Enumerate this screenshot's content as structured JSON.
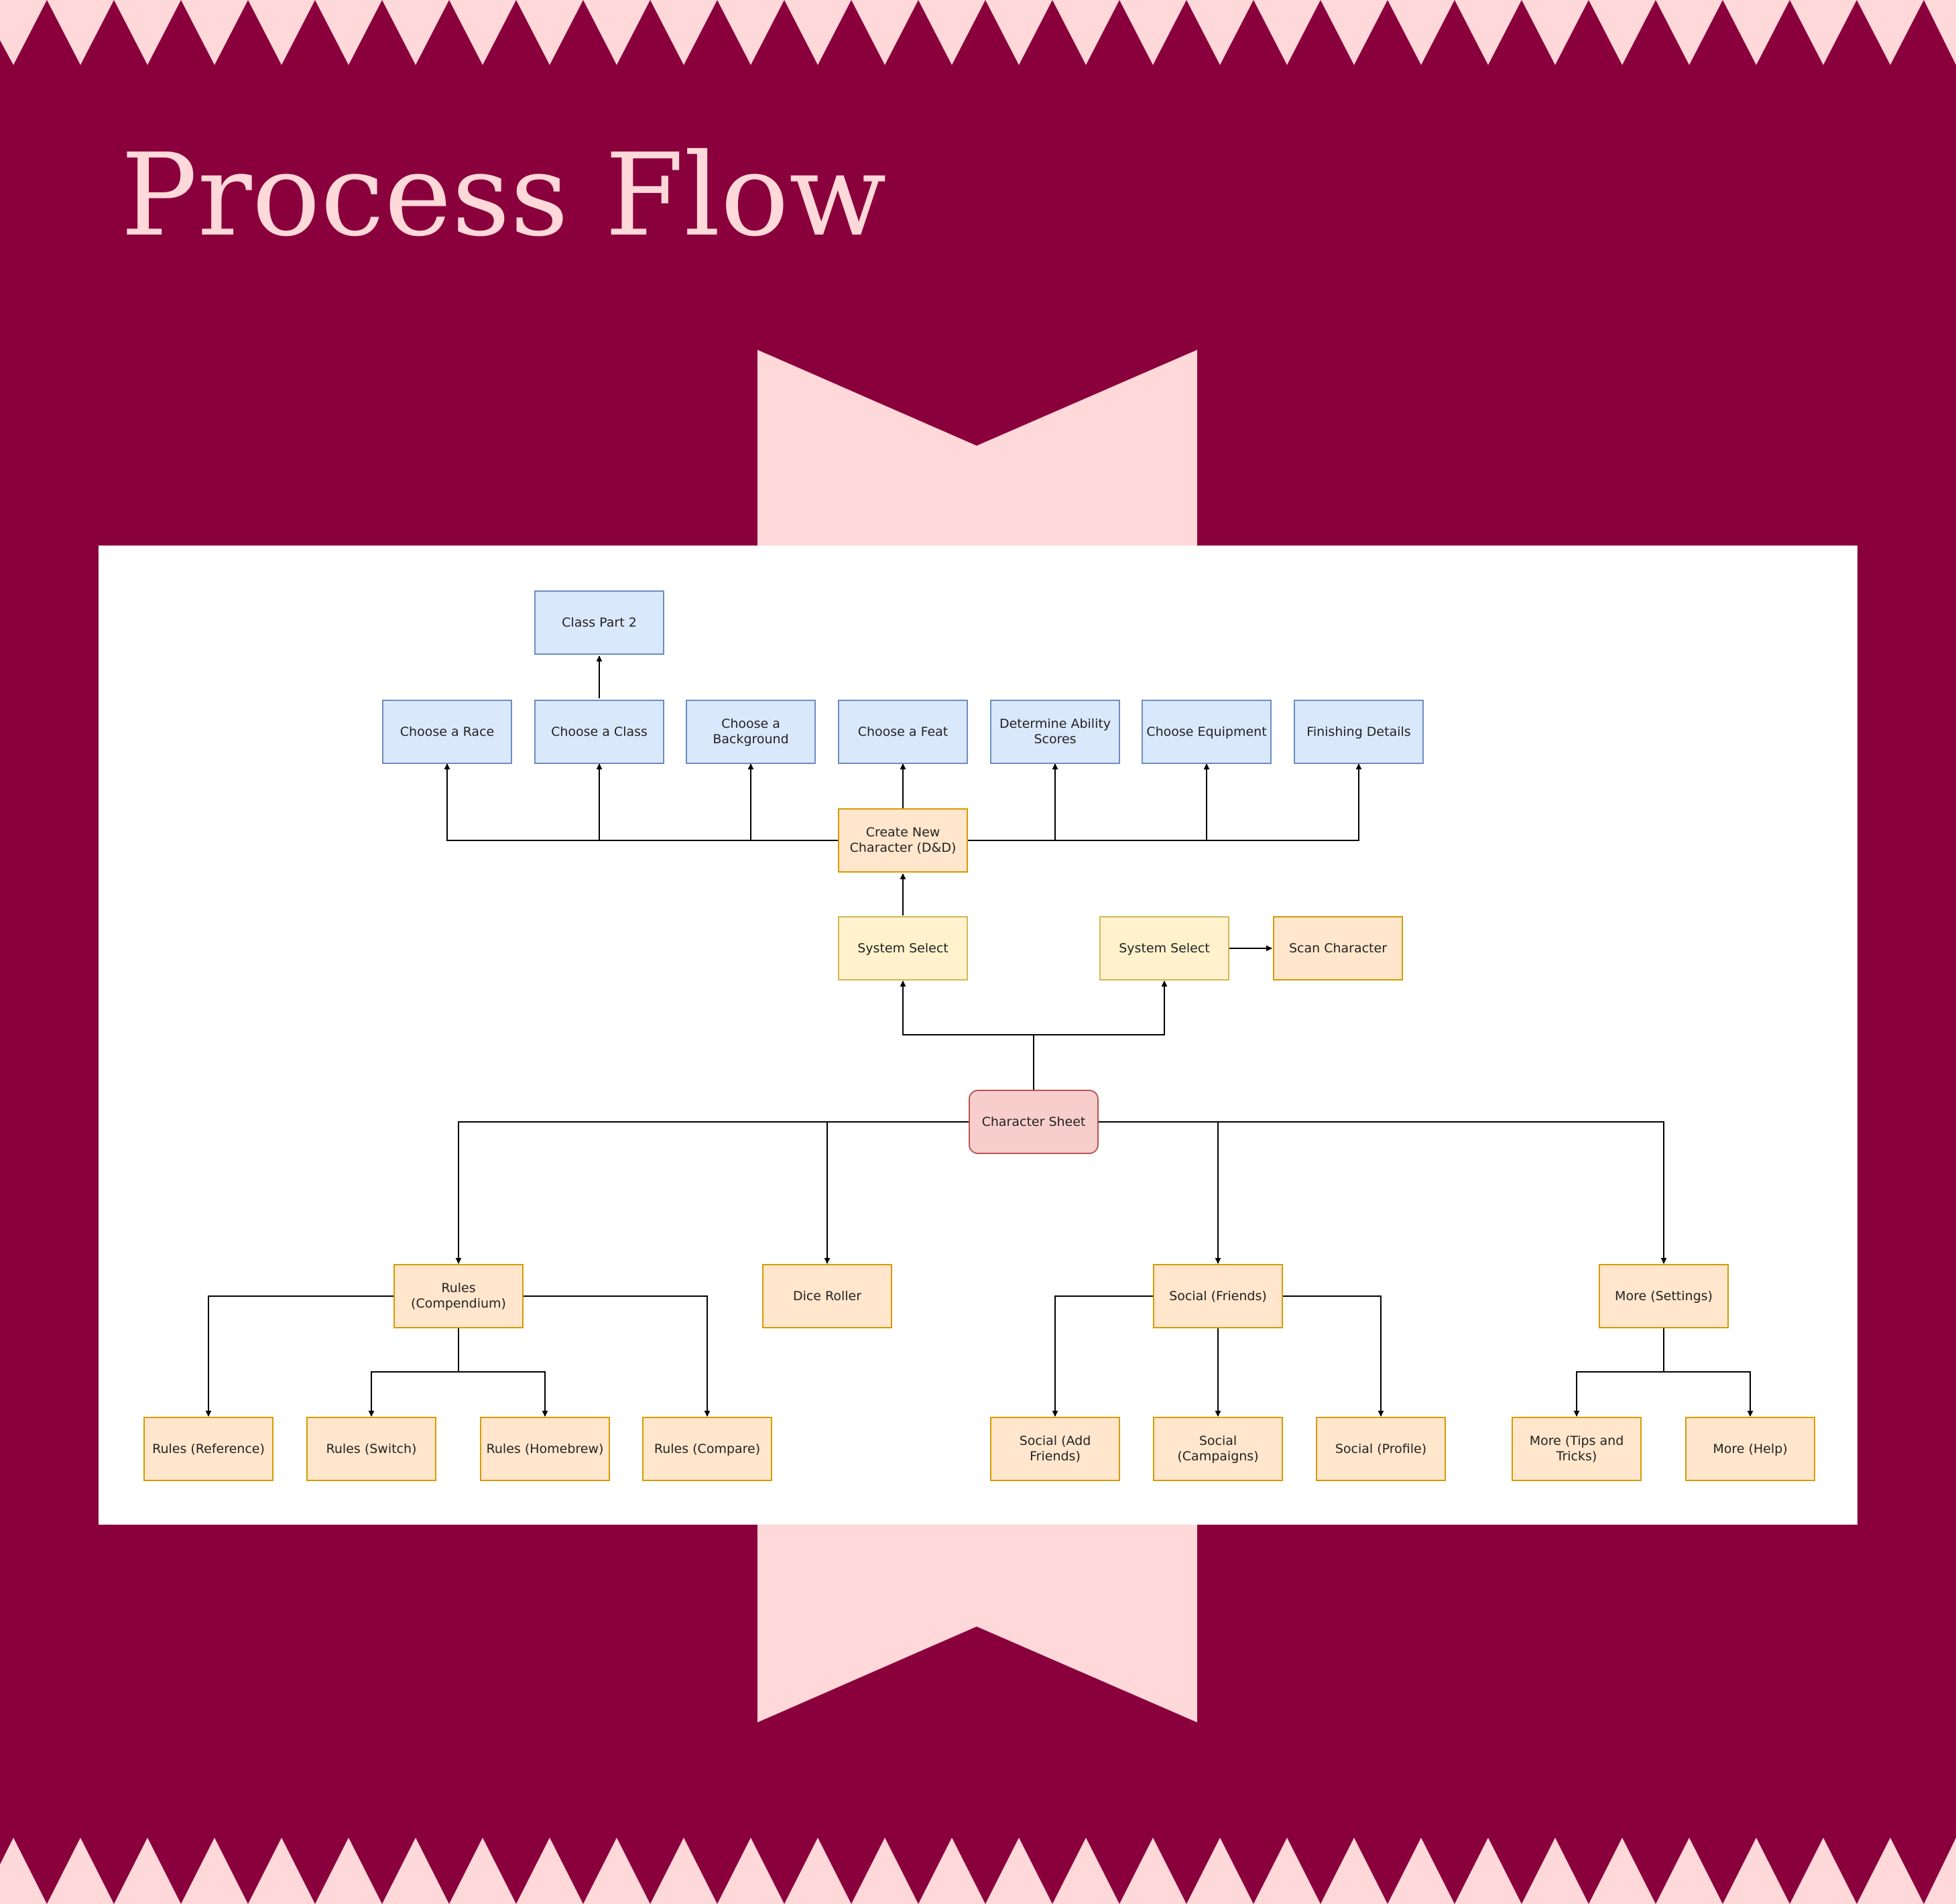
{
  "title": "Process Flow",
  "colors": {
    "background": "#8a003c",
    "accent": "#ffd8d9",
    "panel": "#ffffff"
  },
  "flow": {
    "class_part_2": "Class Part 2",
    "choose_race": "Choose a Race",
    "choose_class": "Choose a Class",
    "choose_background": "Choose a Background",
    "choose_feat": "Choose a Feat",
    "determine_ability_scores": "Determine Ability Scores",
    "choose_equipment": "Choose Equipment",
    "finishing_details": "Finishing Details",
    "create_new_character": "Create New Character (D&D)",
    "system_select_1": "System Select",
    "system_select_2": "System Select",
    "scan_character": "Scan Character",
    "character_sheet": "Character Sheet",
    "rules_compendium": "Rules (Compendium)",
    "dice_roller": "Dice Roller",
    "social_friends": "Social (Friends)",
    "more_settings": "More (Settings)",
    "rules_reference": "Rules (Reference)",
    "rules_switch": "Rules (Switch)",
    "rules_homebrew": "Rules (Homebrew)",
    "rules_compare": "Rules (Compare)",
    "social_add_friends": "Social (Add Friends)",
    "social_campaigns": "Social (Campaigns)",
    "social_profile": "Social (Profile)",
    "more_tips": "More (Tips and Tricks)",
    "more_help": "More (Help)"
  }
}
